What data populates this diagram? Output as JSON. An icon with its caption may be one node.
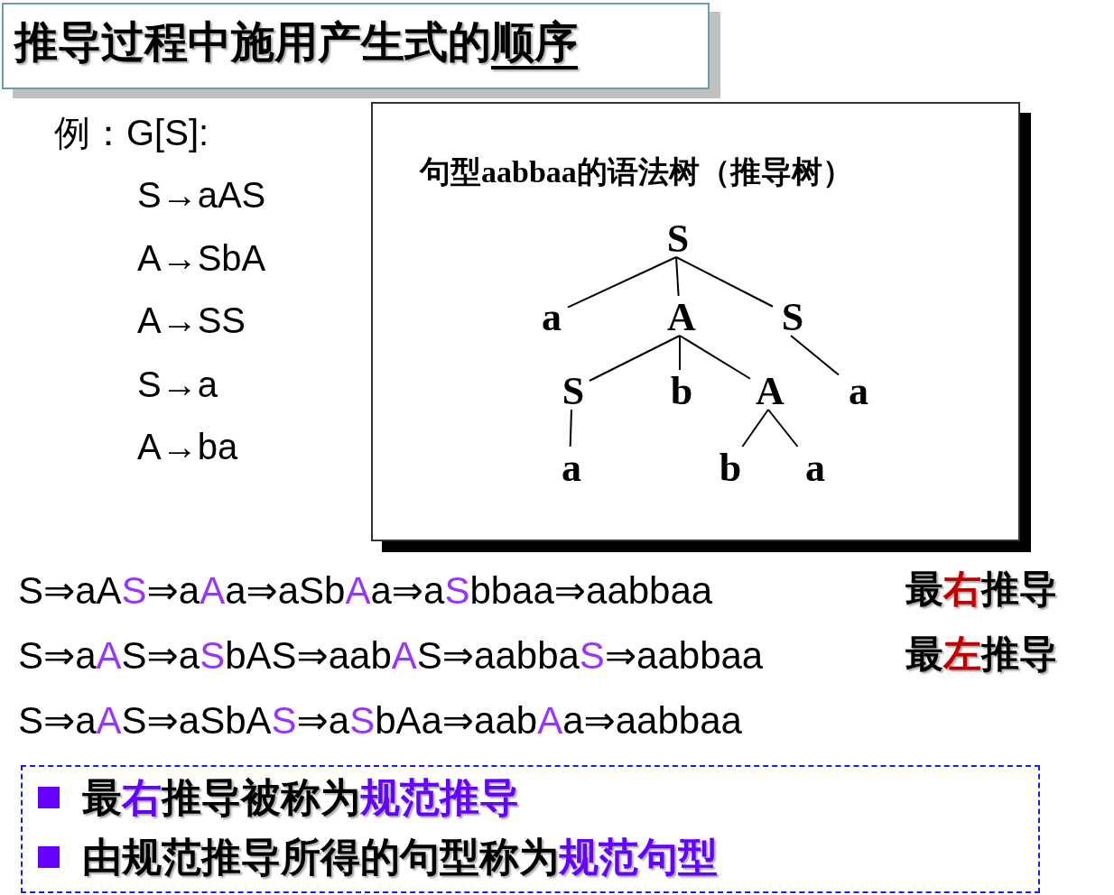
{
  "diagram": {
    "title": "推导过程中施用产生式的顺序",
    "nodes": [
      {
        "text": [
          "句型aabbaa的语法树（推导树）"
        ]
      },
      {
        "text": [
          "S"
        ],
        "in": 0
      },
      {
        "text": [
          "a"
        ],
        "in": 0
      },
      {
        "text": [
          "A"
        ],
        "in": 0
      },
      {
        "text": [
          "S"
        ],
        "in": 0
      },
      {
        "text": [
          "S"
        ],
        "in": 0
      },
      {
        "text": [
          "b"
        ],
        "in": 0
      },
      {
        "text": [
          "A"
        ],
        "in": 0
      },
      {
        "text": [
          "a"
        ],
        "in": 0
      },
      {
        "text": [
          "a"
        ],
        "in": 0
      },
      {
        "text": [
          "b"
        ],
        "in": 0
      },
      {
        "text": [
          "a"
        ],
        "in": 0
      },
      {
        "text": [
          "最右推导被称为规范推导",
          "由规范推导所得的句型称为规范句型"
        ]
      }
    ],
    "edges": [
      {
        "from": 1,
        "to": 2,
        "arrow": "none"
      },
      {
        "from": 1,
        "to": 3,
        "arrow": "none"
      },
      {
        "from": 1,
        "to": 4,
        "arrow": "none"
      },
      {
        "from": 3,
        "to": 5,
        "arrow": "none"
      },
      {
        "from": 3,
        "to": 6,
        "arrow": "none"
      },
      {
        "from": 3,
        "to": 7,
        "arrow": "none"
      },
      {
        "from": 4,
        "to": 8,
        "arrow": "none"
      },
      {
        "from": 5,
        "to": 9,
        "arrow": "none"
      },
      {
        "from": 7,
        "to": 10,
        "arrow": "none"
      },
      {
        "from": 7,
        "to": 11,
        "arrow": "none"
      }
    ],
    "labels": [
      "例：G[S]:",
      "S→aAS",
      "A→SbA",
      "A→SS",
      "S→a",
      "A→ba",
      "S⇒aAS⇒aAa⇒aSbAa⇒aSbbaa⇒aabbaa",
      "最右推导",
      "S⇒aAS⇒aSbAS⇒aabAS⇒aabbaS⇒aabbaa",
      "最左推导",
      "S⇒aAS⇒aSbAS⇒aSbAa⇒aabAa⇒aabbaa"
    ]
  }
}
